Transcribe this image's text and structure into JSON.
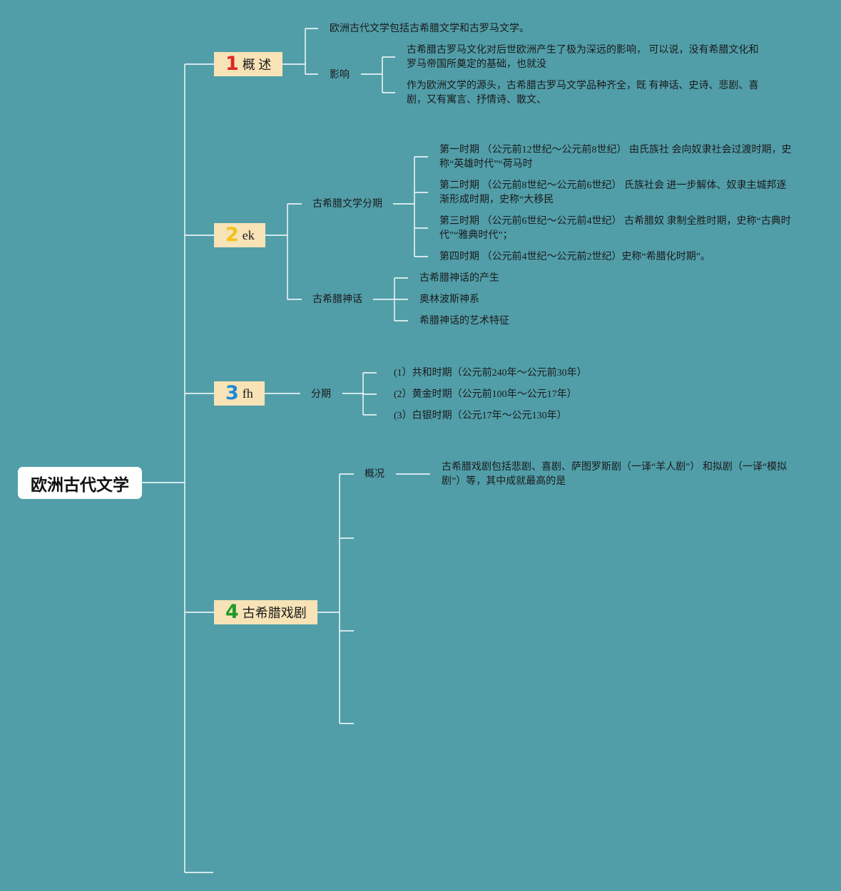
{
  "root": {
    "label": "欧洲古代文学"
  },
  "colors": {
    "background": "#519ea9",
    "branch_box": "#f7e3b6",
    "num_1": "#e02424",
    "num_2": "#f2c21b",
    "num_3": "#1e88d8",
    "num_4": "#1f9a28"
  },
  "b1": {
    "num": "1",
    "label": "概 述",
    "intro": "欧洲古代文学包括古希腊文学和古罗马文学。",
    "influence": {
      "label": "影响",
      "items": [
        "古希腊古罗马文化对后世欧洲产生了极为深远的影响， 可以说，没有希腊文化和罗马帝国所奠定的基础，也就没",
        "作为欧洲文学的源头，古希腊古罗马文学品种齐全，既 有神话、史诗、悲剧、喜剧，又有寓言、抒情诗、散文、"
      ]
    }
  },
  "b2": {
    "num": "2",
    "label": "ek",
    "periods": {
      "label": "古希腊文学分期",
      "items": [
        "第一时期 （公元前12世纪～公元前8世纪） 由氏族社 会向奴隶社会过渡时期，史称“英雄时代”“荷马时",
        "第二时期 （公元前8世纪～公元前6世纪） 氏族社会 进一步解体、奴隶主城邦逐渐形成时期，史称“大移民",
        "第三时期 （公元前6世纪～公元前4世纪） 古希腊奴 隶制全胜时期，史称“古典时代”“雅典时代”；",
        "第四时期 （公元前4世纪～公元前2世纪）史称“希腊化时期”。"
      ]
    },
    "myths": {
      "label": "古希腊神话",
      "items": [
        "古希腊神话的产生",
        "奥林波斯神系",
        "希腊神话的艺术特征"
      ]
    }
  },
  "b3": {
    "num": "3",
    "label": "fh",
    "periods": {
      "label": "分期",
      "items": [
        "(1）共和时期（公元前240年～公元前30年）",
        "(2）黄金时期（公元前100年～公元17年）",
        "(3）白银时期（公元17年～公元130年）"
      ]
    }
  },
  "b4": {
    "num": "4",
    "label": "古希腊戏剧",
    "overview": {
      "label": "概况",
      "text": "古希腊戏剧包括悲剧、喜剧、萨图罗斯剧（一译“羊人剧”） 和拟剧（一译“模拟剧”）等，其中成就最高的是"
    }
  }
}
